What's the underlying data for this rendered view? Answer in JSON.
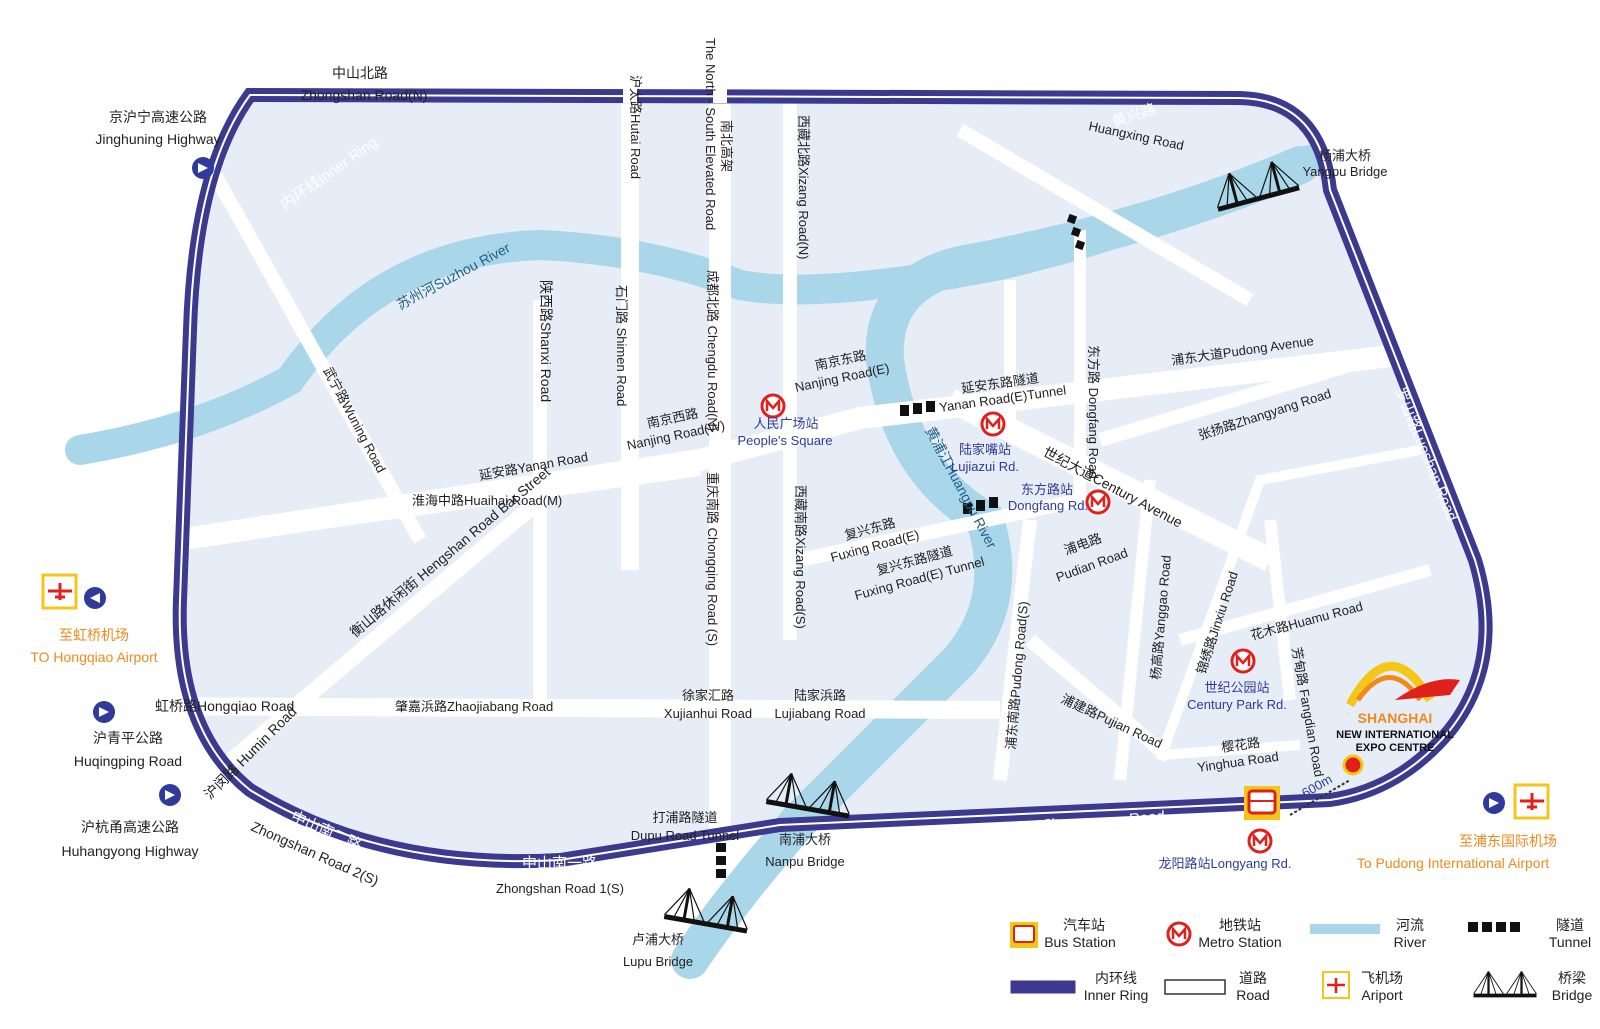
{
  "ring": {
    "north": {
      "zh": "中山北路",
      "en": "Zhongshan Road(N)"
    },
    "inner_ring_label": "内环线Inner Ring",
    "huangxing": {
      "zh": "黄兴路",
      "en": "Huangxing Road"
    },
    "luoshan": "罗山路Luoshan Road",
    "longyang": "龙阳路Longyang Road",
    "south1_zh": "中山南一路",
    "south1_en": "Zhongshan Road 1(S)",
    "south2_zh": "中山南二路",
    "south2_en": "Zhongshan Road 2(S)"
  },
  "highways": {
    "jinghuning": {
      "zh": "京沪宁高速公路",
      "en": "Jinghuning Highway"
    },
    "huqingping": {
      "zh": "沪青平公路",
      "en": "Huqingping Road"
    },
    "huhangyong": {
      "zh": "沪杭甬高速公路",
      "en": "Huhangyong Highway"
    }
  },
  "airports": {
    "hongqiao": {
      "zh": "至虹桥机场",
      "en": "TO Hongqiao Airport"
    },
    "pudong": {
      "zh": "至浦东国际机场",
      "en": "To Pudong International Airport"
    }
  },
  "rivers": {
    "suzhou": "苏州河Suzhou River",
    "huangpu": "黄浦江Huangpu River"
  },
  "roads": {
    "hutai": "沪太路Hutai Road",
    "ns_elevated": "The North - South Elevated Road",
    "ns_elevated_zh": "南北高架",
    "xizang_n": "西藏北路Xizang Road(N)",
    "chengdu_n": "成都北路 Chengdu Road(N)",
    "shimen": "石门路 Shimen Road",
    "shanxi": "陕西路Shanxi Road",
    "wuning": "武宁路Wuning Road",
    "yanan": "延安路Yanan Road",
    "huaihai": "淮海中路Huaihai Road(M)",
    "nanjing_w": {
      "zh": "南京西路",
      "en": "Nanjing Road(W)"
    },
    "nanjing_e": {
      "zh": "南京东路",
      "en": "Nanjing Road(E)"
    },
    "yanan_tunnel": {
      "zh": "延安东路隧道",
      "en": "Yanan Road(E)Tunnel"
    },
    "pudong_ave": "浦东大道Pudong Avenue",
    "zhangyang": "张扬路Zhangyang Road",
    "dongfang": "东方路 Dongfang Road",
    "century_ave": "世纪大道Century Avenue",
    "chongqing_s": "重庆南路 Chongqing Road (S)",
    "xizang_s": "西藏南路Xizang Road(S)",
    "fuxing_e": {
      "zh": "复兴东路",
      "en": "Fuxing Road(E)"
    },
    "fuxing_tunnel": {
      "zh": "复兴东路隧道",
      "en": "Fuxing Road(E) Tunnel"
    },
    "pudian": {
      "zh": "浦电路",
      "en": "Pudian Road"
    },
    "pudong_s": "浦东南路Pudong Road(S)",
    "yanggao": "杨高路Yanggao Road",
    "jinxiu": "锦绣路Jinxiu Road",
    "huamu": "花木路Huamu Road",
    "fangdian": "芳甸路 Fangdian Road",
    "pujian": "浦建路Pujian Road",
    "yinghua": {
      "zh": "樱花路",
      "en": "Yinghua Road"
    },
    "hengshan": "衡山路休闲街 Hengshan Road Bar Street",
    "hongqiao_rd": "虹桥路Hongqiao Road",
    "zhaojiabang": "肇嘉浜路Zhaojiabang Road",
    "xujiahui": {
      "zh": "徐家汇路",
      "en": "Xujianhui Road"
    },
    "lujiabang": {
      "zh": "陆家浜路",
      "en": "Lujiabang Road"
    },
    "humin": "沪闵路 Humin Road",
    "dupu_tunnel": {
      "zh": "打浦路隧道",
      "en": "Dupu Road Tunnel"
    }
  },
  "bridges": {
    "yangpu": {
      "zh": "杨浦大桥",
      "en": "Yangpu Bridge"
    },
    "nanpu": {
      "zh": "南浦大桥",
      "en": "Nanpu Bridge"
    },
    "lupu": {
      "zh": "卢浦大桥",
      "en": "Lupu Bridge"
    }
  },
  "stations": {
    "peoples_square": {
      "zh": "人民广场站",
      "en": "People's Square"
    },
    "lujiazui": {
      "zh": "陆家嘴站",
      "en": "Lujiazui Rd."
    },
    "dongfang": {
      "zh": "东方路站",
      "en": "Dongfang Rd."
    },
    "century_park": {
      "zh": "世纪公园站",
      "en": "Century Park Rd."
    },
    "longyang": "龙阳路站Longyang Rd."
  },
  "expo": {
    "logo_text": "SHANGHAI",
    "name_line1": "NEW INTERNATIONAL",
    "name_line2": "EXPO CENTRE",
    "distance": "600m"
  },
  "legend": [
    {
      "zh": "汽车站",
      "en": "Bus Station",
      "icon": "bus-icon"
    },
    {
      "zh": "地铁站",
      "en": "Metro  Station",
      "icon": "metro-icon"
    },
    {
      "zh": "河流",
      "en": "River",
      "icon": "river-swatch"
    },
    {
      "zh": "隧道",
      "en": "Tunnel",
      "icon": "tunnel-icon"
    },
    {
      "zh": "内环线",
      "en": "Inner Ring",
      "icon": "inner-ring-swatch"
    },
    {
      "zh": "道路",
      "en": "Road",
      "icon": "road-swatch"
    },
    {
      "zh": "飞机场",
      "en": "Ariport",
      "icon": "airplane-icon"
    },
    {
      "zh": "桥梁",
      "en": "Bridge",
      "icon": "bridge-icon"
    }
  ],
  "colors": {
    "ring": "#3b3a8e",
    "land": "#e6edf6",
    "river": "#a9d6e8",
    "road": "#ffffff",
    "airport": "#f08a1c",
    "metro": "#e0201b",
    "station_text": "#2f3a9a"
  }
}
